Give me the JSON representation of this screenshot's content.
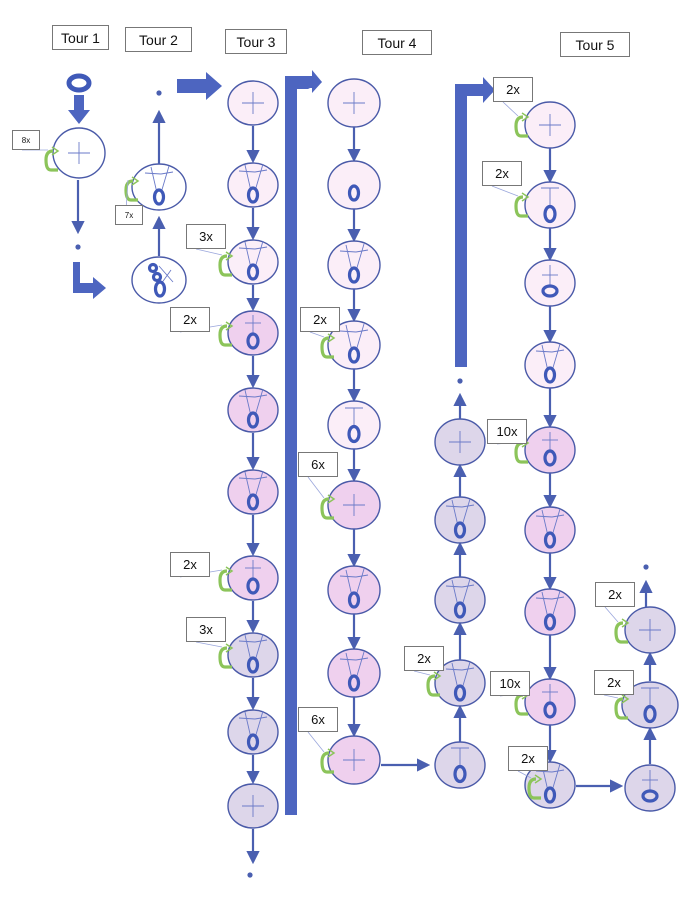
{
  "tours": [
    "Tour 1",
    "Tour 2",
    "Tour 3",
    "Tour 4",
    "Tour 5"
  ],
  "repeats": {
    "t1": "8x",
    "t2": "7x",
    "t3a": "3x",
    "t3b": "2x",
    "t3c": "2x",
    "t3d": "3x",
    "t4a": "2x",
    "t4b": "6x",
    "t4c": "6x",
    "t4d": "2x",
    "t5a": "2x",
    "t5b": "2x",
    "t5c": "10x",
    "t5d": "10x",
    "t5e": "2x",
    "t5f": "2x",
    "t5g": "2x"
  },
  "colors": {
    "stitch": "#4a5fb0",
    "outline": "#4a5aa8",
    "repeat_arrow": "#8cc45a",
    "white": "#ffffff",
    "pale_pink": "#fbeef8",
    "pink": "#efd0ee",
    "lavender": "#ddd6ea"
  }
}
